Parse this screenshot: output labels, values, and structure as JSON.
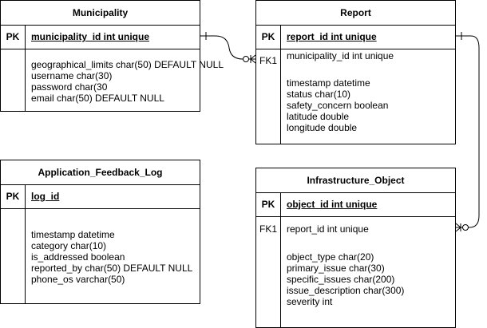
{
  "entities": {
    "municipality": {
      "title": "Municipality",
      "pk_tag": "PK",
      "pk_field": "municipality_id int unique",
      "fields": [
        "geographical_limits char(50) DEFAULT NULL",
        "username char(30)",
        "password char(30",
        "email char(50) DEFAULT NULL"
      ]
    },
    "report": {
      "title": "Report",
      "pk_tag": "PK",
      "pk_field": "report_id int unique",
      "fk_tag": "FK1",
      "fk_field": "municipality_id int unique",
      "fields": [
        "timestamp datetime",
        "status char(10)",
        "safety_concern boolean",
        "latitude double",
        "longitude double"
      ]
    },
    "feedback_log": {
      "title": "Application_Feedback_Log",
      "pk_tag": "PK",
      "pk_field": "log_id",
      "fields": [
        "timestamp datetime",
        "category char(10)",
        "is_addressed boolean",
        "reported_by char(50) DEFAULT NULL",
        "phone_os varchar(50)"
      ]
    },
    "infrastructure": {
      "title": "Infrastructure_Object",
      "pk_tag": "PK",
      "pk_field": "object_id int unique",
      "fk_tag": "FK1",
      "fk_field": "report_id int unique",
      "fields": [
        "object_type char(20)",
        "primary_issue char(30)",
        "specific_issues char(200)",
        "issue_description char(300)",
        "severity int"
      ]
    }
  },
  "relationships": [
    {
      "from": "Municipality.municipality_id",
      "to": "Report.municipality_id",
      "from_end": "one",
      "to_end": "zero-or-many"
    },
    {
      "from": "Report.report_id",
      "to": "Infrastructure_Object.report_id",
      "from_end": "one",
      "to_end": "zero-or-many"
    }
  ]
}
